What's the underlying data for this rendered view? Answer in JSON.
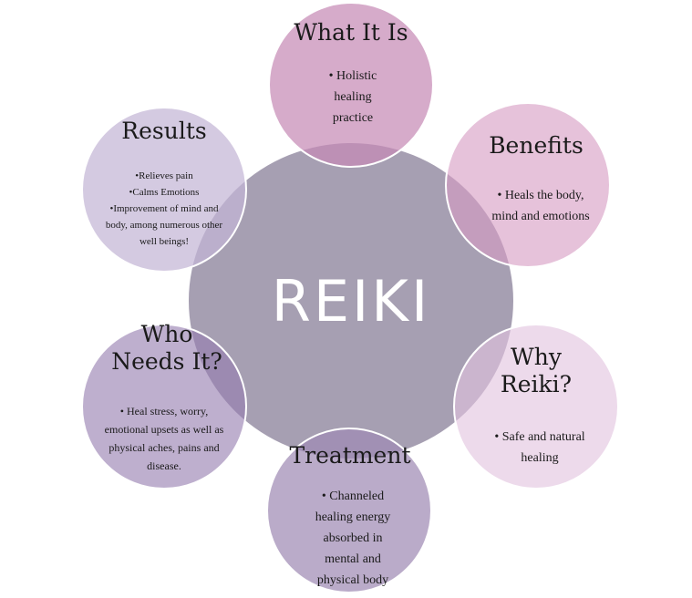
{
  "center": {
    "title": "REIKI"
  },
  "petals": {
    "what_it_is": {
      "title": "What It Is",
      "bullets": [
        "• Holistic healing practice"
      ]
    },
    "benefits": {
      "title": "Benefits",
      "bullets": [
        "• Heals the body, mind and emotions"
      ]
    },
    "why_reiki": {
      "title": "Why Reiki?",
      "bullets": [
        "• Safe and natural healing"
      ]
    },
    "treatment": {
      "title": "Treatment",
      "bullets": [
        "• Channeled healing energy absorbed in mental and physical body"
      ]
    },
    "who_needs_it": {
      "title": "Who Needs It?",
      "bullets": [
        "• Heal stress, worry, emotional upsets as well as physical aches, pains and disease."
      ]
    },
    "results": {
      "title": "Results",
      "bullets": [
        "•Relieves pain",
        "•Calms Emotions",
        "•Improvement of mind and body, among numerous other well beings!"
      ]
    }
  },
  "colors": {
    "center": "#a69fb2",
    "what_it_is": "#c68bb5",
    "benefits": "#d69cc4",
    "why_reiki": "#e2c3de",
    "treatment": "#a08ab4",
    "who_needs_it": "#967eb0",
    "results": "#c4b6d6"
  }
}
